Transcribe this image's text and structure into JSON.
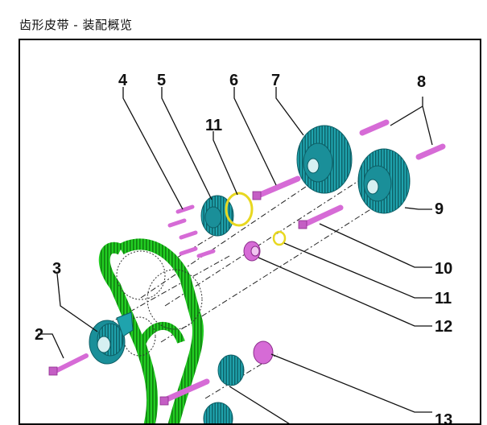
{
  "header": {
    "title": "齿形皮带 - 装配概览"
  },
  "callouts": {
    "c2": "2",
    "c3": "3",
    "c4": "4",
    "c5": "5",
    "c6": "6",
    "c7": "7",
    "c8": "8",
    "c9": "9",
    "c10": "10",
    "c11a": "11",
    "c11b": "11",
    "c12": "12",
    "c13": "13"
  },
  "colors": {
    "belt": "#22cc22",
    "belt_dark": "#0f7f0f",
    "gear": "#1fa3ad",
    "gear_dark": "#0d5f66",
    "bolt": "#d66bd6",
    "bolt_dark": "#8c2e8c",
    "ring": "#e8d820"
  }
}
